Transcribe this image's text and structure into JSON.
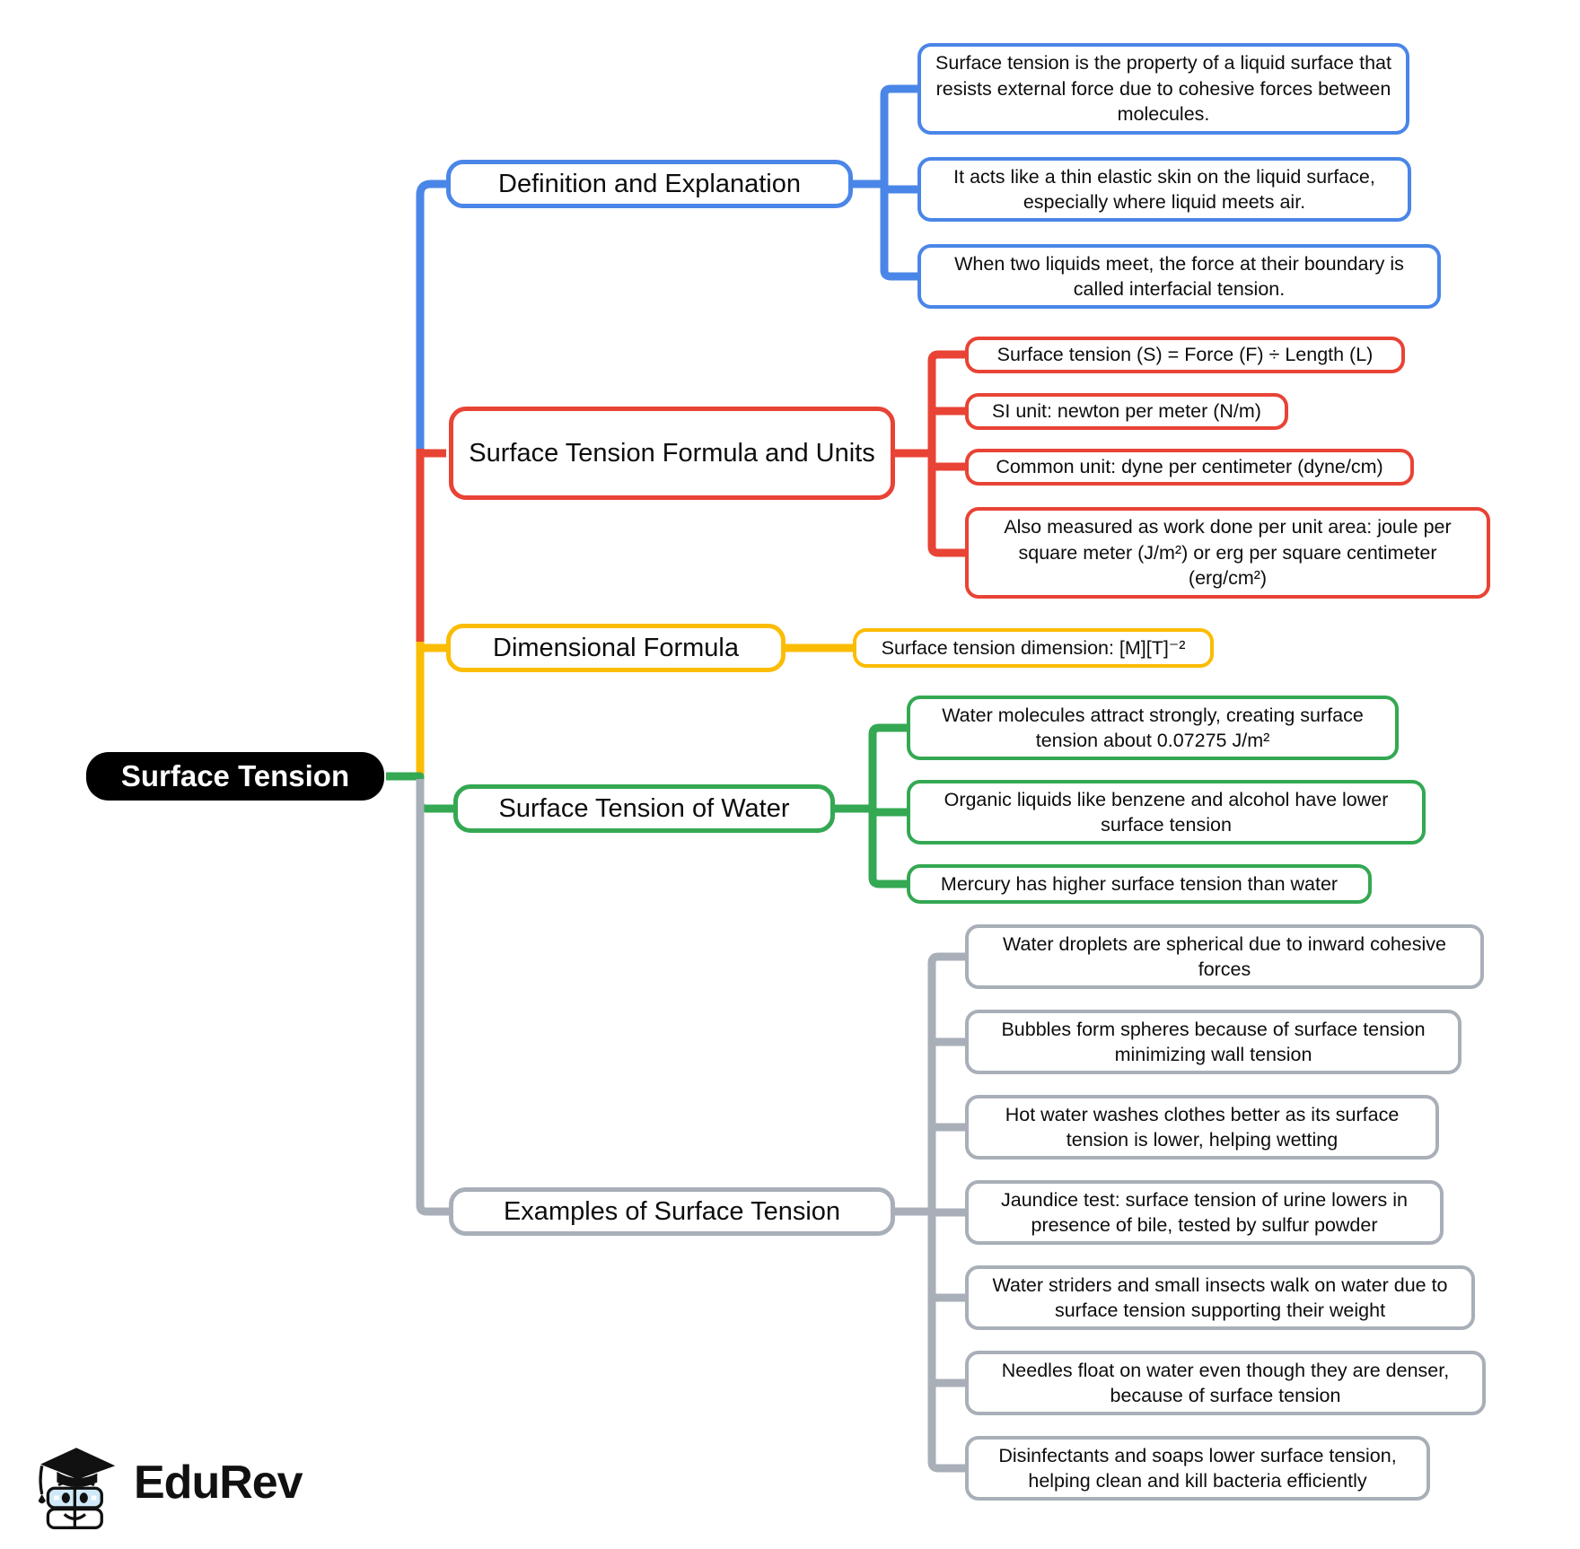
{
  "title": "Surface Tension mind map",
  "center": {
    "label": "Surface Tension",
    "bg": "#000000",
    "text_color": "#ffffff"
  },
  "palette": {
    "blue": "#4A86E8",
    "red": "#E84335",
    "yellow": "#FBBC04",
    "green": "#34A853",
    "gray": "#A9AFB8"
  },
  "branches": [
    {
      "label": "Definition and Explanation",
      "color": "#4A86E8",
      "children": [
        "Surface tension is the property of a liquid surface that resists external force due to cohesive forces between molecules.",
        "It acts like a thin elastic skin on the liquid surface, especially where liquid meets air.",
        "When two liquids meet, the force at their boundary is called interfacial tension."
      ]
    },
    {
      "label": "Surface Tension Formula and Units",
      "color": "#E84335",
      "children": [
        "Surface tension (S) = Force (F) ÷ Length (L)",
        "SI unit: newton per meter (N/m)",
        "Common unit: dyne per centimeter (dyne/cm)",
        "Also measured as work done per unit area: joule per square meter (J/m²) or erg per square centimeter (erg/cm²)"
      ]
    },
    {
      "label": "Dimensional Formula",
      "color": "#FBBC04",
      "children": [
        "Surface tension dimension: [M][T]⁻²"
      ]
    },
    {
      "label": "Surface Tension of Water",
      "color": "#34A853",
      "children": [
        "Water molecules attract strongly, creating surface tension about 0.07275 J/m²",
        "Organic liquids like benzene and alcohol have lower surface tension",
        "Mercury has higher surface tension than water"
      ]
    },
    {
      "label": "Examples of Surface Tension",
      "color": "#A9AFB8",
      "children": [
        "Water droplets are spherical due to inward cohesive forces",
        "Bubbles form spheres because of surface tension minimizing wall tension",
        "Hot water washes clothes better as its surface tension is lower, helping wetting",
        "Jaundice test: surface tension of urine lowers in presence of bile, tested by sulfur powder",
        "Water striders and small insects walk on water due to surface tension supporting their weight",
        "Needles float on water even though they are denser, because of surface tension",
        "Disinfectants and soaps lower surface tension, helping clean and kill bacteria efficiently"
      ]
    }
  ],
  "logo": {
    "brand": "EduRev",
    "icon": "edurev-mascot-icon"
  }
}
